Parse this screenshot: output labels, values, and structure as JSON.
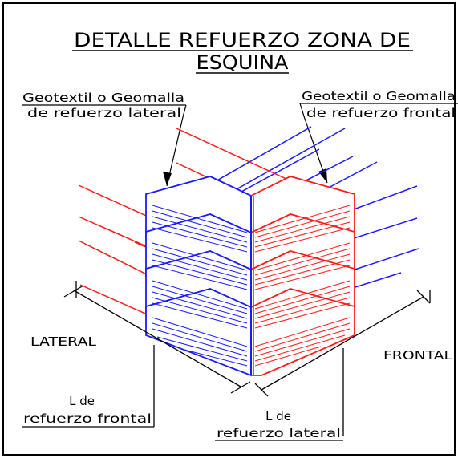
{
  "title": {
    "line1": "DETALLE REFUERZO ZONA DE",
    "line2": "ESQUINA"
  },
  "labels": {
    "lateral_geo_line1": "Geotextil o Geomalla",
    "lateral_geo_line2": "de refuerzo lateral",
    "frontal_geo_line1": "Geotextil o Geomalla",
    "frontal_geo_line2": "de refuerzo frontal",
    "lateral": "LATERAL",
    "frontal": "FRONTAL",
    "l_frontal_line1": "L de",
    "l_frontal_line2": "refuerzo frontal",
    "l_lateral_line1": "L de",
    "l_lateral_line2": "refuerzo lateral"
  },
  "colors": {
    "lateral_reinforcement": "#1a1aff",
    "frontal_reinforcement": "#ff1a1a",
    "linework": "#000000"
  }
}
